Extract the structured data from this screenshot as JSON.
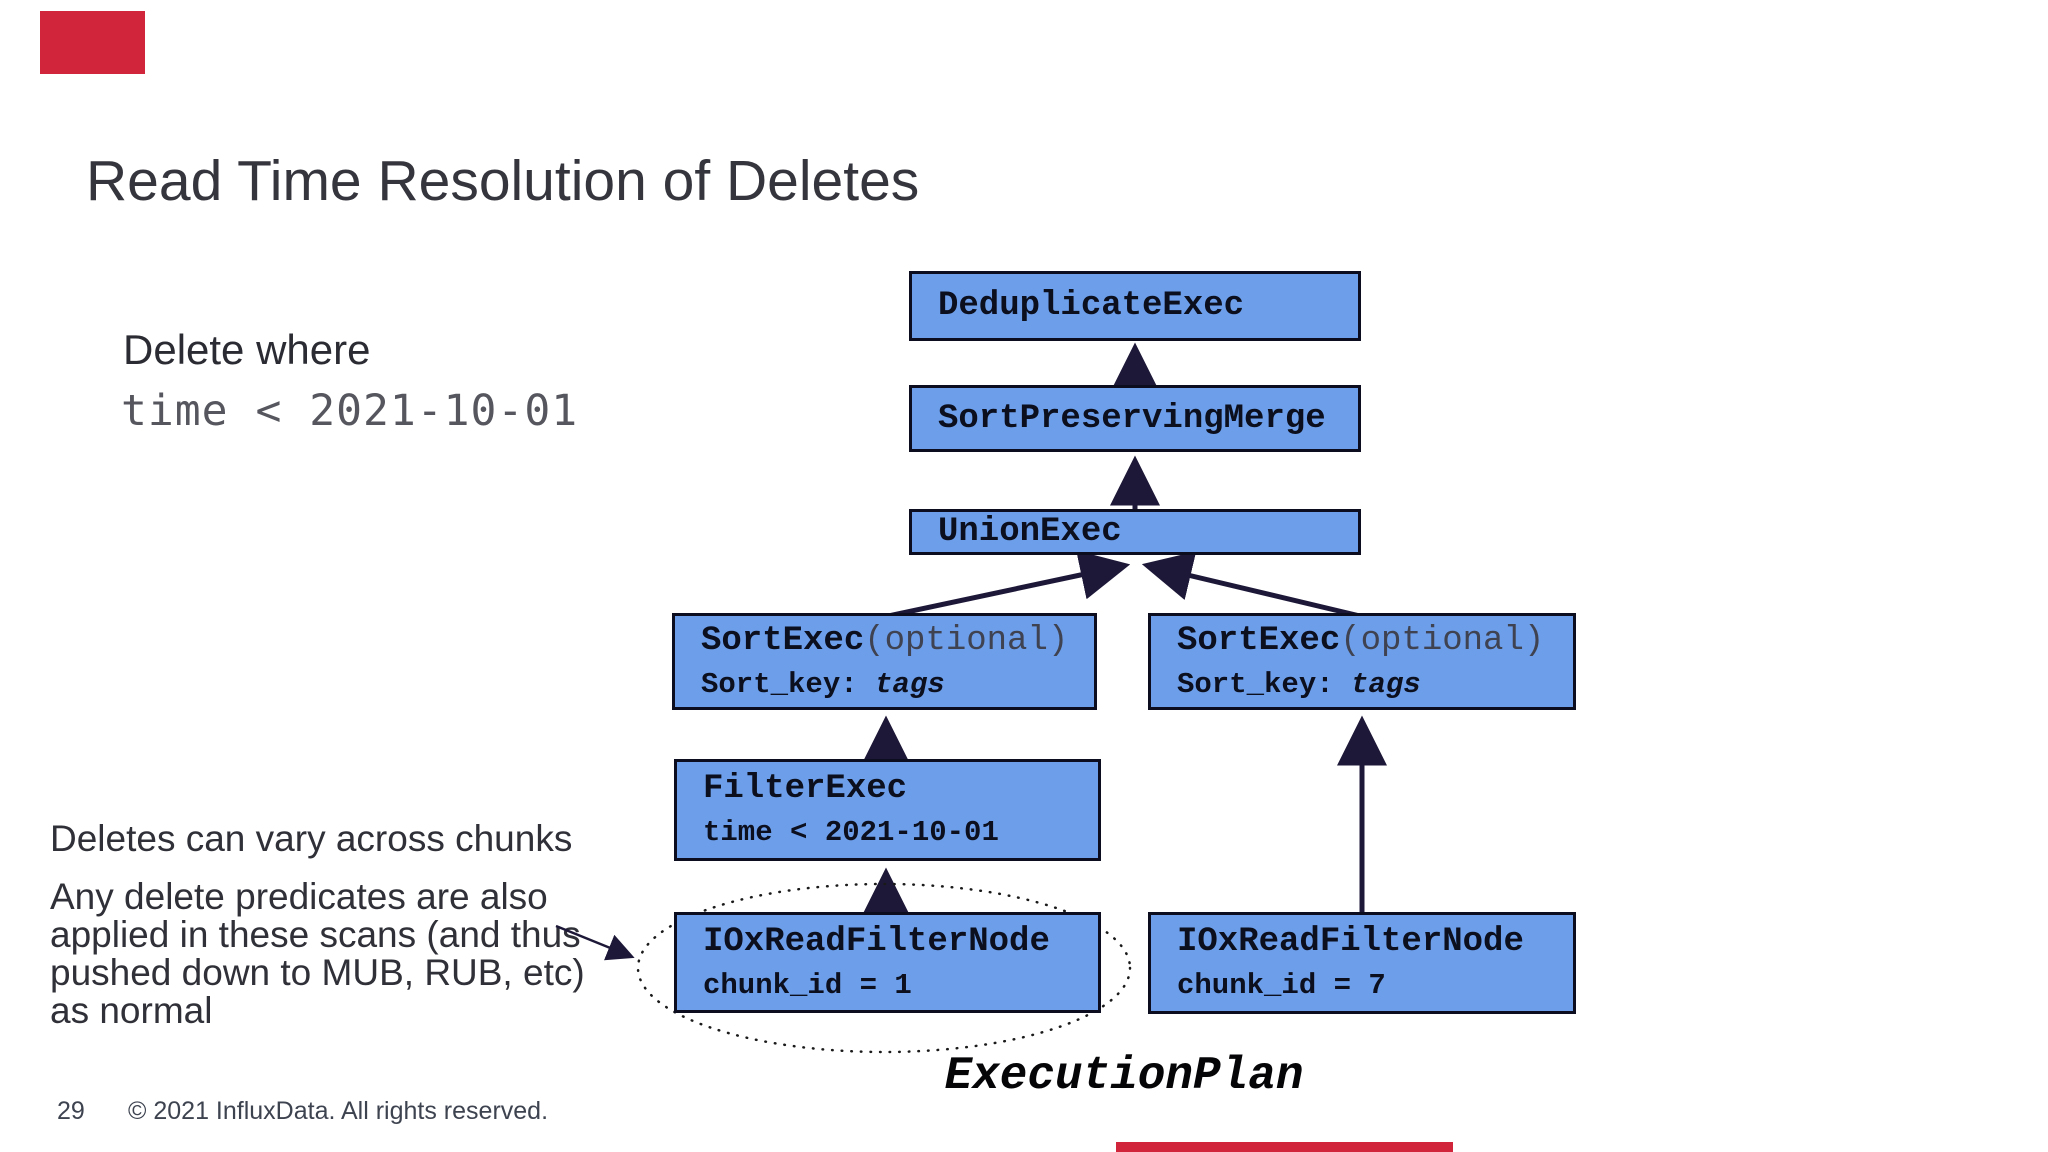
{
  "slide": {
    "title": "Read Time Resolution of Deletes",
    "execution_plan_label": "ExecutionPlan"
  },
  "left_panel": {
    "delete_heading": "Delete where",
    "delete_predicate": "time < 2021-10-01",
    "note1": "Deletes can vary across chunks",
    "note2": "Any delete predicates are also\napplied in these scans (and thus\npushed down to MUB, RUB, etc)\nas normal"
  },
  "diagram": {
    "nodes": [
      {
        "id": "deduplicate-exec",
        "line1": "DeduplicateExec"
      },
      {
        "id": "sort-preserving-merge",
        "line1": "SortPreservingMerge"
      },
      {
        "id": "union-exec",
        "line1": "UnionExec"
      },
      {
        "id": "sort-exec-left",
        "line1": "SortExec",
        "line1_suffix": "(optional)",
        "line2": "Sort_key: ",
        "line2_italic": "tags"
      },
      {
        "id": "sort-exec-right",
        "line1": "SortExec",
        "line1_suffix": "(optional)",
        "line2": "Sort_key: ",
        "line2_italic": "tags"
      },
      {
        "id": "filter-exec",
        "line1": "FilterExec",
        "line2": "time < 2021-10-01"
      },
      {
        "id": "iox-read-filter-node-1",
        "line1": "IOxReadFilterNode",
        "line2": "chunk_id = 1"
      },
      {
        "id": "iox-read-filter-node-7",
        "line1": "IOxReadFilterNode",
        "line2": "chunk_id = 7"
      }
    ],
    "colors": {
      "node_fill": "#6d9eea",
      "node_border": "#0d0d20",
      "arrow": "#1e1838",
      "accent_red": "#d1253b"
    }
  },
  "footer": {
    "page_number": "29",
    "copyright": "© 2021 InfluxData. All rights reserved."
  }
}
